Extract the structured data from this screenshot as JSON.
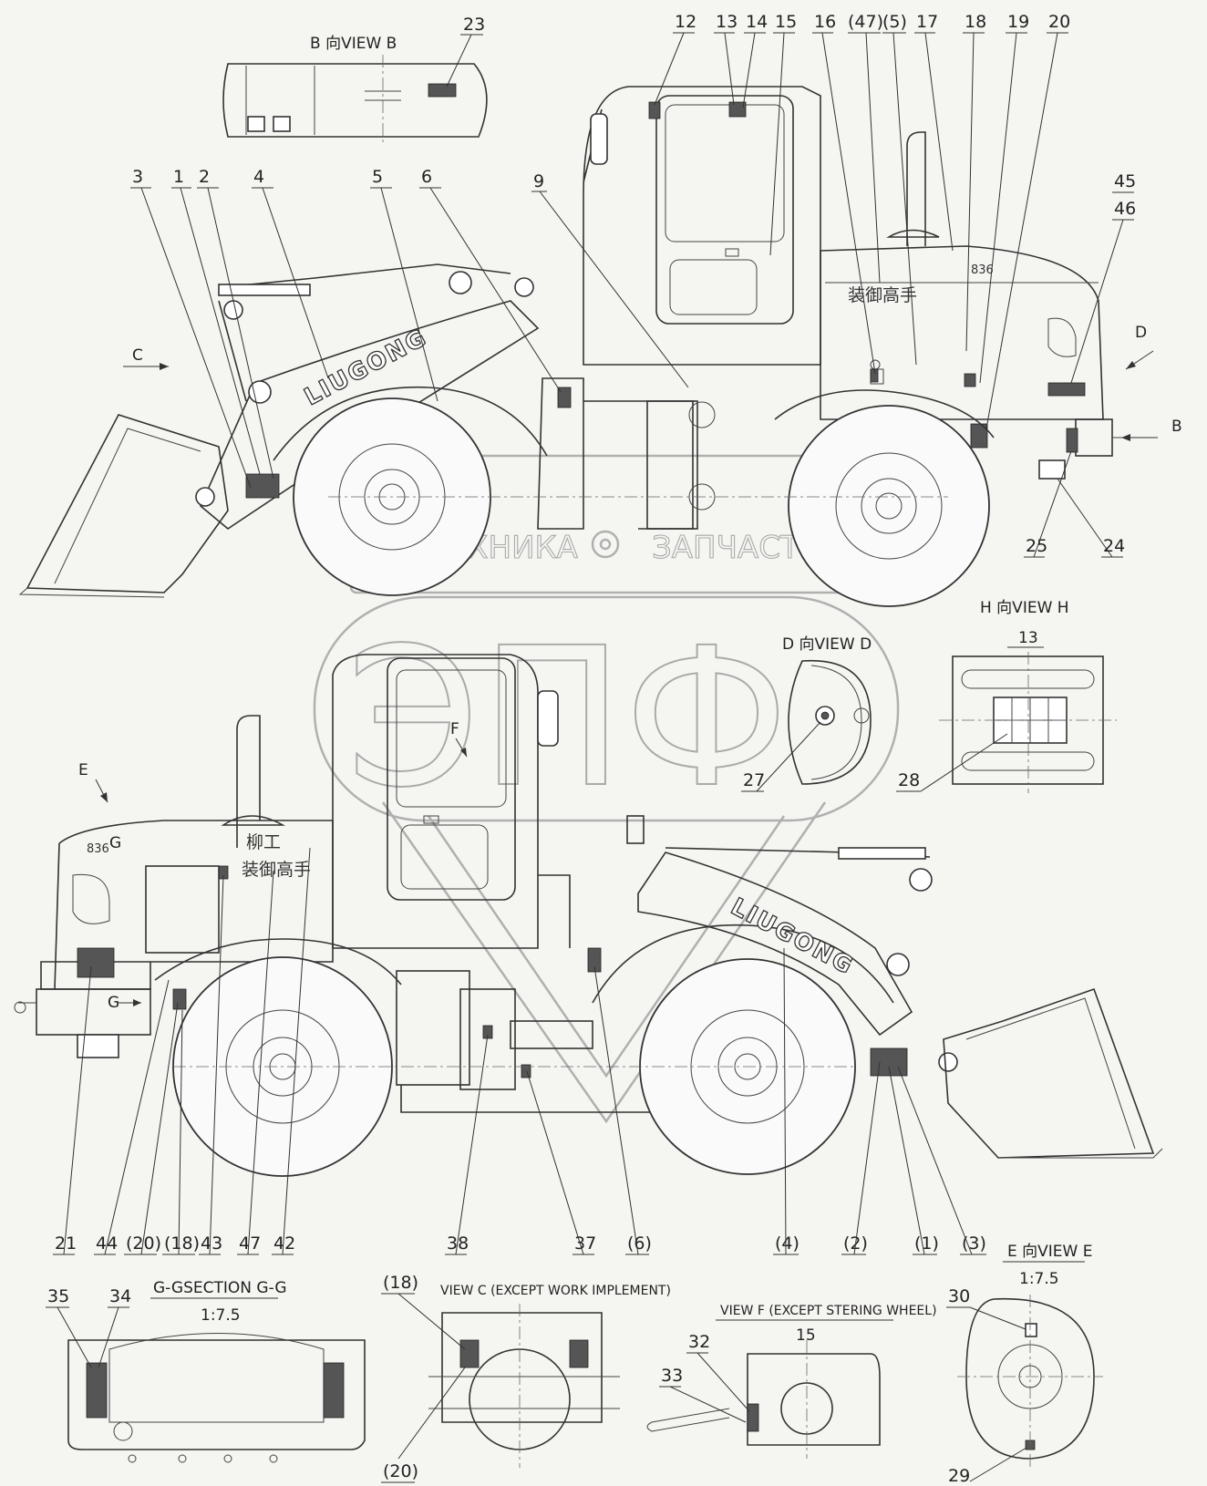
{
  "views": {
    "view_b_title": "B 向VIEW B",
    "view_h_title": "H 向VIEW H",
    "view_h_scale": "13",
    "view_d_title": "D 向VIEW D",
    "view_e_title": "E 向VIEW E",
    "view_e_scale": "1:7.5",
    "section_gg_title": "G-GSECTION G-G",
    "section_gg_scale": "1:7.5",
    "view_c_title": "VIEW C (EXCEPT WORK IMPLEMENT)",
    "view_f_title": "VIEW F (EXCEPT STERING WHEEL)",
    "view_f_scale": "15"
  },
  "machine_text": {
    "brand_upper": "LIUGONG",
    "brand_lower": "LIUGONG",
    "model": "836",
    "cn_slogan_upper": "装御高手",
    "cn_slogan_lower": "装御高手",
    "cn_logo": "柳工"
  },
  "direction_arrows": {
    "c": "C",
    "b": "B",
    "d": "D",
    "e": "E",
    "f": "F",
    "g_upper": "G",
    "g_lower": "G"
  },
  "callouts_top": [
    "23",
    "12",
    "13",
    "14",
    "15",
    "16",
    "(47)",
    "(5)",
    "17",
    "18",
    "19",
    "20",
    "3",
    "1",
    "2",
    "4",
    "5",
    "6",
    "9",
    "45",
    "46",
    "25",
    "24"
  ],
  "callouts_bottom": [
    "21",
    "44",
    "(20)",
    "(18)",
    "43",
    "47",
    "42",
    "38",
    "37",
    "(6)",
    "(4)",
    "(2)",
    "(1)",
    "(3)"
  ],
  "callouts_details": {
    "view_h": "28",
    "view_d": "27",
    "gg_left": "35",
    "gg_right": "34",
    "c_top": "(18)",
    "c_bottom": "(20)",
    "f_a": "32",
    "f_b": "33",
    "e_top": "30",
    "e_bottom": "29"
  },
  "watermark": {
    "text_left": "ТЕХНИКА",
    "text_right": "ЗАПЧАСТИ",
    "logo": "ЭПФ"
  }
}
